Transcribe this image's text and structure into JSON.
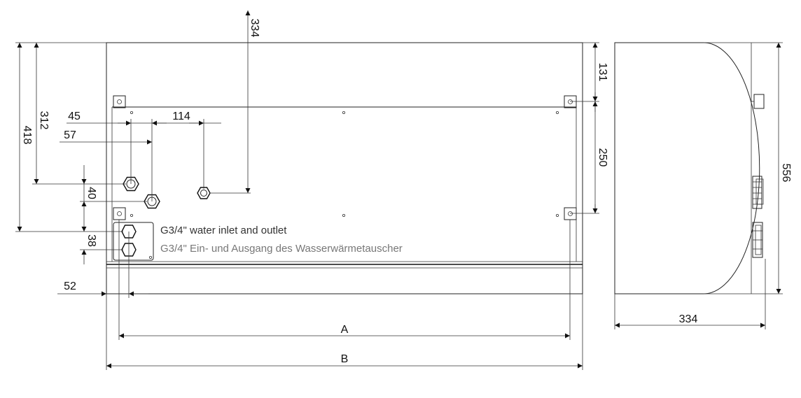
{
  "dimensions": {
    "top_334": "334",
    "d_45": "45",
    "d_114": "114",
    "d_57": "57",
    "d_312": "312",
    "d_418": "418",
    "d_40": "40",
    "d_38": "38",
    "d_52": "52",
    "d_131": "131",
    "d_250": "250",
    "d_a": "A",
    "d_b": "B",
    "side_556": "556",
    "side_334": "334"
  },
  "notes": {
    "inlet_en": "G3/4\" water inlet and outlet",
    "inlet_de": "G3/4\" Ein- und Ausgang des Wasserwärmetauscher"
  }
}
